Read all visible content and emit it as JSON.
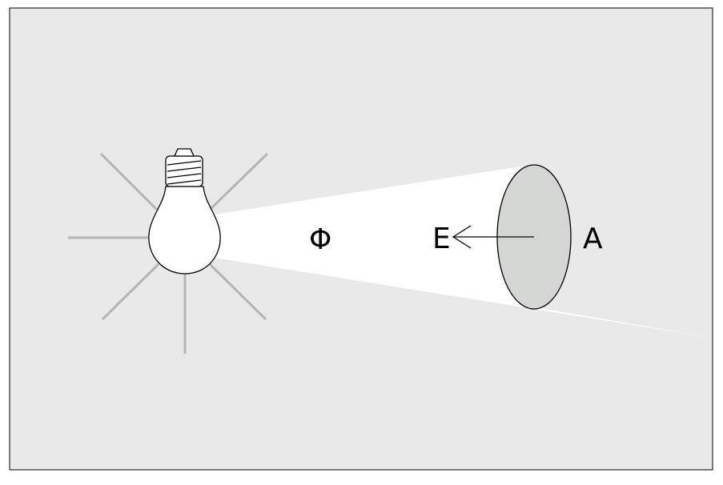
{
  "labels": {
    "flux": "Φ",
    "illuminance": "E",
    "area": "A"
  },
  "colors": {
    "background": "#e8e9e8",
    "frame": "#000000",
    "rays": "#b3b6b3",
    "beam": "#ffffff",
    "bulb_fill": "#ffffff",
    "outline": "#000000",
    "surface_fill": "#d4d6d4"
  }
}
